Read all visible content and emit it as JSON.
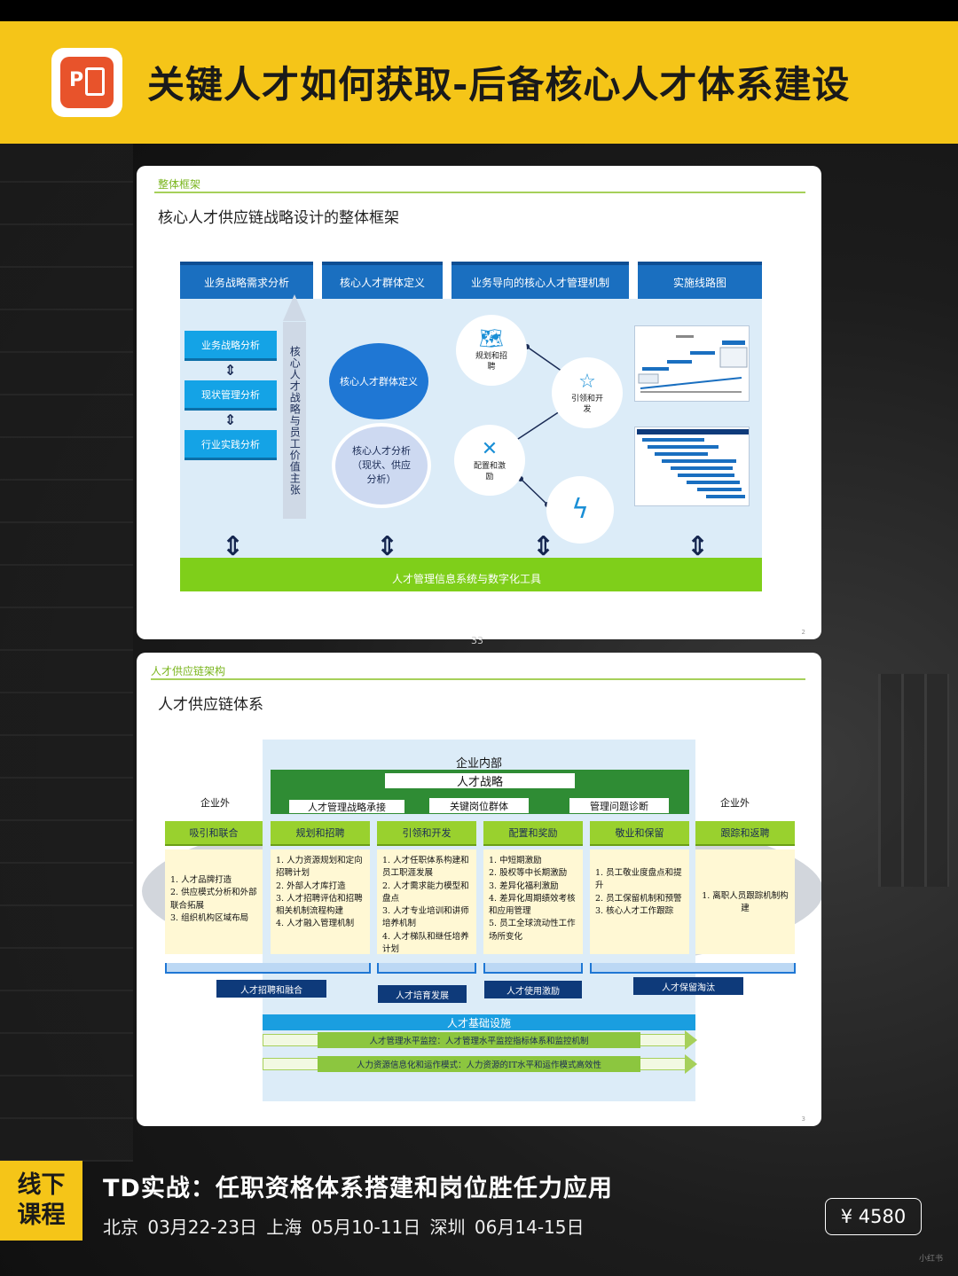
{
  "banner": {
    "title": "关键人才如何获取-后备核心人才体系建设",
    "icon": "powerpoint-icon",
    "icon_letter": "P"
  },
  "slide1": {
    "section_label": "整体框架",
    "title": "核心人才供应链战略设计的整体框架",
    "headers": [
      "业务战略需求分析",
      "核心人才群体定义",
      "业务导向的核心人才管理机制",
      "实施线路图"
    ],
    "left_buttons": [
      "业务战略分析",
      "现状管理分析",
      "行业实践分析"
    ],
    "vertical_label": "核心人才战略与员工价值主张",
    "circle_top": "核心人才群体定义",
    "circle_bottom": "核心人才分析（现状、供应分析）",
    "nodes": [
      "规划和招聘",
      "引领和开发",
      "配置和激励"
    ],
    "bottom_bar": "人才管理信息系统与数字化工具",
    "page_number": "2"
  },
  "between_page": "33",
  "slide2": {
    "section_label": "人才供应链架构",
    "title": "人才供应链体系",
    "inner_title": "企业内部",
    "strategy": "人才战略",
    "tags": [
      "人才管理战略承接",
      "关键岗位群体",
      "管理问题诊断"
    ],
    "outside_left": "企业外",
    "outside_right": "企业外",
    "columns": [
      {
        "header": "吸引和联合",
        "body": "1. 人才品牌打造\n2. 供应模式分析和外部联合拓展\n3. 组织机构区域布局"
      },
      {
        "header": "规划和招聘",
        "body": "1. 人力资源规划和定向招聘计划\n2. 外部人才库打造\n3. 人才招聘评估和招聘相关机制流程构建\n4. 人才融入管理机制"
      },
      {
        "header": "引领和开发",
        "body": "1. 人才任职体系构建和员工职涯发展\n2. 人才需求能力模型和盘点\n3. 人才专业培训和讲师培养机制\n4. 人才梯队和继任培养计划"
      },
      {
        "header": "配置和奖励",
        "body": "1. 中短期激励\n2. 股权等中长期激励\n3. 差异化福利激励\n4. 差异化周期绩效考核和应用管理\n5. 员工全球流动性工作场所变化"
      },
      {
        "header": "敬业和保留",
        "body": "1. 员工敬业度盘点和提升\n2. 员工保留机制和预警\n3. 核心人才工作跟踪"
      },
      {
        "header": "跟踪和返聘",
        "body": "1. 离职人员跟踪机制构建"
      }
    ],
    "bottom_tags": [
      "人才招聘和融合",
      "人才培育发展",
      "人才使用激励",
      "人才保留淘汰"
    ],
    "infra": "人才基础设施",
    "infra_rows": [
      "人才管理水平监控：人才管理水平监控指标体系和监控机制",
      "人力资源信息化和运作模式：人力资源的IT水平和运作模式高效性"
    ],
    "page_number": "3"
  },
  "bottom": {
    "tag_line1": "线下",
    "tag_line2": "课程",
    "course_title": "TD实战：任职资格体系搭建和岗位胜任力应用",
    "schedule": "北京 03月22-23日   上海 05月10-11日   深圳 06月14-15日",
    "price": "¥ 4580",
    "watermark": "小红书"
  }
}
